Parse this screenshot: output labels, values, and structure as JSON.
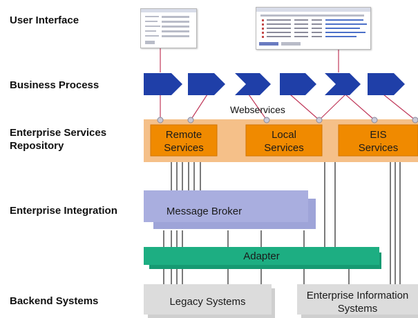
{
  "rows": {
    "ui": "User Interface",
    "bp": "Business Process",
    "esr_line1": "Enterprise Services",
    "esr_line2": "Repository",
    "ei": "Enterprise Integration",
    "backend": "Backend Systems"
  },
  "webservices": "Webservices",
  "services": {
    "remote_line1": "Remote",
    "remote_line2": "Services",
    "local_line1": "Local",
    "local_line2": "Services",
    "eis_line1": "EIS",
    "eis_line2": "Services"
  },
  "broker": "Message Broker",
  "adapter": "Adapter",
  "backend": {
    "legacy": "Legacy Systems",
    "eis_line1": "Enterprise Information",
    "eis_line2": "Systems"
  },
  "colors": {
    "process_arrow": "#1f3fa8",
    "service_box": "#f08a00",
    "service_band": "#f5c089",
    "broker": "#a9aedf",
    "adapter": "#1dae82",
    "backend": "#dcdcdc",
    "connector": "#c0385a"
  }
}
